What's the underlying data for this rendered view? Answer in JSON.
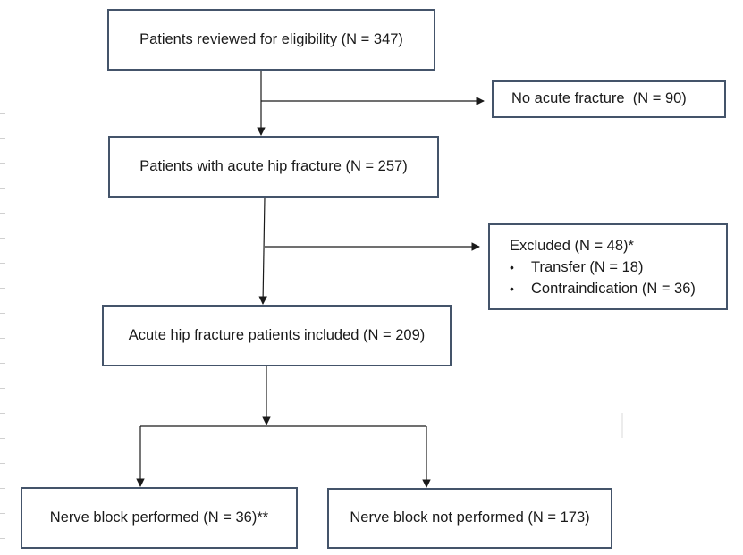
{
  "nodes": {
    "reviewed": {
      "label": "Patients reviewed for eligibility (N = 347)"
    },
    "no_acute": {
      "label": "No acute fracture  (N = 90)"
    },
    "acute": {
      "label": "Patients with acute hip fracture (N = 257)"
    },
    "excluded": {
      "title": "Excluded (N = 48)*",
      "items": [
        {
          "label": "Transfer (N = 18)"
        },
        {
          "label": "Contraindication (N = 36)"
        }
      ]
    },
    "included": {
      "label": "Acute hip fracture patients included (N = 209)"
    },
    "nerve_block": {
      "label": "Nerve block performed (N = 36)**"
    },
    "no_nerve_block": {
      "label": "Nerve block not performed (N = 173)"
    }
  },
  "colors": {
    "box_border": "#44546a",
    "line": "#1a1a1a",
    "text": "#1a1a1a"
  },
  "icons": {
    "bullet": "•"
  }
}
